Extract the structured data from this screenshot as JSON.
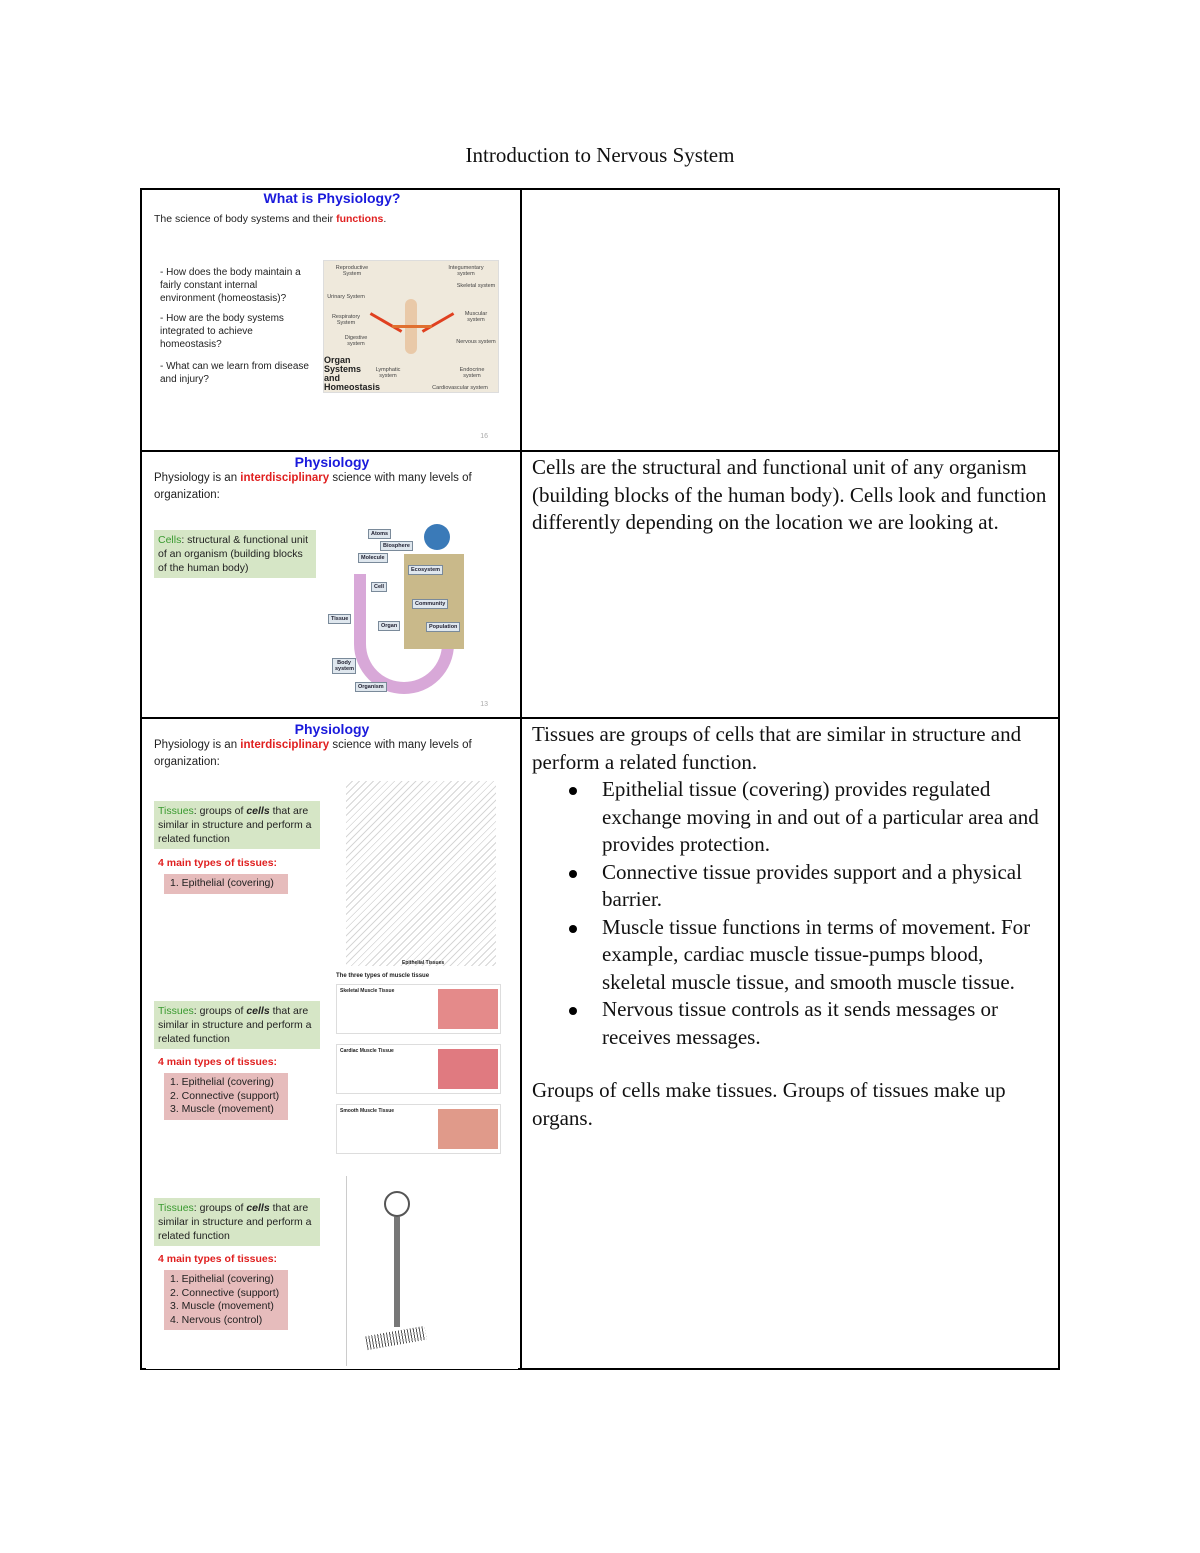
{
  "title": "Introduction to Nervous System",
  "rows": [
    {
      "slide": {
        "title": "What is Physiology?",
        "subtitle_pre": "The science of body systems and their ",
        "subtitle_hl": "functions",
        "subtitle_post": ".",
        "questions": [
          "- How does the body maintain a fairly constant internal environment (homeostasis)?",
          "- How are the body systems integrated to achieve homeostasis?",
          "- What can we learn from disease and injury?"
        ],
        "image_labels": [
          "Reproductive System",
          "Integumentary system",
          "Urinary System",
          "Skeletal system",
          "Respiratory System",
          "Muscular system",
          "Digestive system",
          "Nervous system",
          "Lymphatic system",
          "Endocrine system",
          "Cardiovascular system"
        ],
        "image_caption": "Organ Systems and Homeostasis",
        "page": "16"
      },
      "notes": ""
    },
    {
      "slide": {
        "title": "Physiology",
        "subtitle_pre": "Physiology is an ",
        "subtitle_hl": "interdisciplinary",
        "subtitle_post": " science with many levels of organization:",
        "box_term": "Cells",
        "box_text": ": structural & functional unit of an organism (building blocks of the human body)",
        "levels": [
          "Atoms",
          "Biosphere",
          "Molecule",
          "Ecosystem",
          "Cell",
          "Community",
          "Tissue",
          "Organ",
          "Population",
          "Body system",
          "Organism"
        ],
        "page": "13"
      },
      "notes": "Cells are the structural and functional unit of any organism (building blocks of the human body). Cells look and function differently depending on the location we are looking at."
    },
    {
      "slide": {
        "title": "Physiology",
        "subtitle_pre": "Physiology is an ",
        "subtitle_hl": "interdisciplinary",
        "subtitle_post": " science with many levels of organization:",
        "box_term": "Tissues",
        "box_text_a": ": groups of ",
        "box_em": "cells",
        "box_text_b": " that are similar in structure and perform a related function",
        "types_heading": "4 main types of tissues:",
        "types": [
          "1. Epithelial (covering)",
          "2. Connective (support)",
          "3. Muscle (movement)",
          "4. Nervous (control)"
        ],
        "muscle_heading": "The three types of muscle tissue",
        "muscle_types": [
          "Skeletal Muscle Tissue",
          "Cardiac Muscle Tissue",
          "Smooth Muscle Tissue"
        ],
        "epithelial_caption": "Epithelial Tissues"
      },
      "notes_intro": "Tissues are groups of cells that are similar in structure and perform a related function.",
      "bullets": [
        "Epithelial tissue (covering) provides regulated exchange moving in and out of a particular area and provides protection.",
        "Connective tissue provides support and a physical barrier.",
        "Muscle tissue functions in terms of movement. For example, cardiac muscle tissue-pumps blood, skeletal muscle tissue, and smooth muscle tissue.",
        "Nervous tissue controls as it sends messages or receives messages."
      ],
      "notes_outro": "Groups of cells make tissues. Groups of tissues make up organs."
    }
  ]
}
